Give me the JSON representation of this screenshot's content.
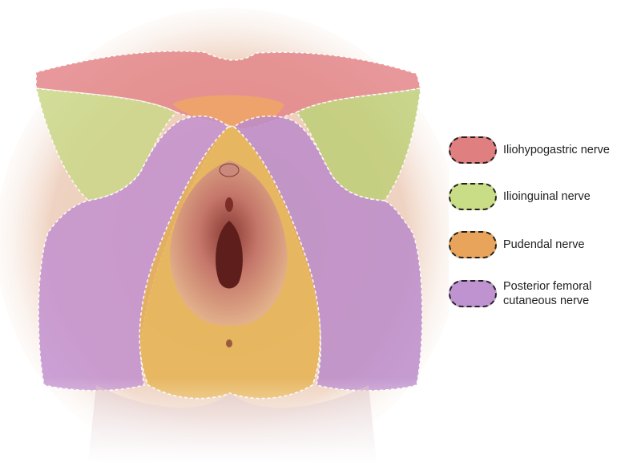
{
  "legend": {
    "items": [
      {
        "label": "Iliohypogastric nerve",
        "color": "#e07f7f"
      },
      {
        "label": "Ilioinguinal nerve",
        "color": "#c9dc86"
      },
      {
        "label": "Pudendal nerve",
        "color": "#e9a45c"
      },
      {
        "label": "Posterior femoral cutaneous nerve",
        "color": "#bf93cf"
      }
    ]
  }
}
